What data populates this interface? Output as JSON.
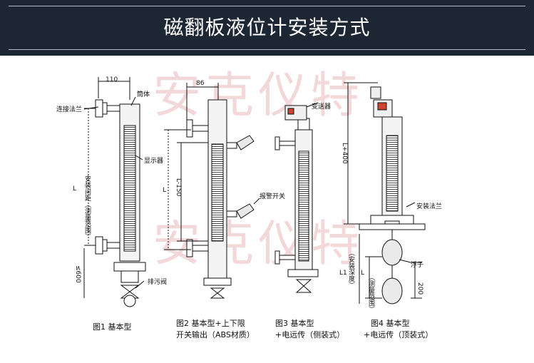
{
  "title": "磁翻板液位计安装方式",
  "watermark": "安克仪特",
  "fig1": {
    "dim_top": "110",
    "label_tube": "筒体",
    "label_flange": "连接法兰",
    "label_display": "显示器",
    "label_install": "安装间距（测量范围）",
    "label_L": "L",
    "label_600": "≤600",
    "label_drain": "排污阀",
    "caption": "图1  基本型"
  },
  "fig2": {
    "dim_top": "86",
    "label_L150": "L-150",
    "label_L": "L",
    "label_switch": "报警开关",
    "caption_line1": "图2 基本型+上下限",
    "caption_line2": "开关输出（ABS材质）"
  },
  "fig3": {
    "label_transmitter": "变送器",
    "caption_line1": "图3  基本型",
    "caption_line2": "+电远传（侧装式）"
  },
  "fig4": {
    "label_L400": "L+400",
    "label_flange": "安装法兰",
    "label_depth": "（安装深度）",
    "label_range": "（测量范围）",
    "label_L1": "L1",
    "label_L": "L",
    "label_float": "浮子",
    "dim_200": "200",
    "caption_line1": "图4  基本型",
    "caption_line2": "+电远传（顶装式）"
  }
}
